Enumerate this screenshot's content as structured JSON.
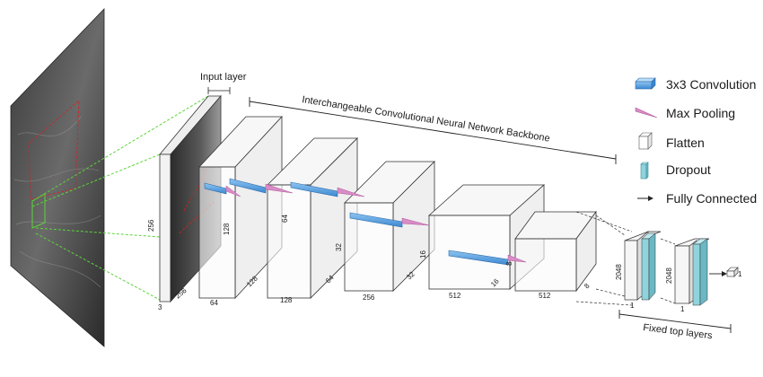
{
  "labels": {
    "input_layer": "Input layer",
    "backbone": "Interchangeable Convolutional Neural Network Backbone",
    "fixed_top": "Fixed top layers"
  },
  "legend": [
    {
      "icon": "convolution-icon",
      "label": "3x3 Convolution"
    },
    {
      "icon": "max-pooling-icon",
      "label": "Max Pooling"
    },
    {
      "icon": "flatten-icon",
      "label": "Flatten"
    },
    {
      "icon": "dropout-icon",
      "label": "Dropout"
    },
    {
      "icon": "fully-connected-icon",
      "label": "Fully Connected"
    }
  ],
  "input": {
    "height": "256",
    "width": "256",
    "channels": "3"
  },
  "blocks": [
    {
      "height": "128",
      "depth": "128",
      "channels": "64"
    },
    {
      "height": "64",
      "depth": "64",
      "channels": "128"
    },
    {
      "height": "32",
      "depth": "32",
      "channels": "256"
    },
    {
      "height": "16",
      "depth": "16",
      "channels": "512"
    },
    {
      "height": "8",
      "depth": "8",
      "channels": "512"
    }
  ],
  "dense": [
    {
      "units": "2048",
      "bottom": "1"
    },
    {
      "units": "2048",
      "bottom": "1"
    }
  ],
  "output": {
    "units": "1"
  },
  "colors": {
    "convolution": "#5aa6e6",
    "max_pooling": "#d98cc6",
    "dropout": "#8fd3dc",
    "scan_lines": "#5cd43a",
    "roi": "#d62020"
  }
}
